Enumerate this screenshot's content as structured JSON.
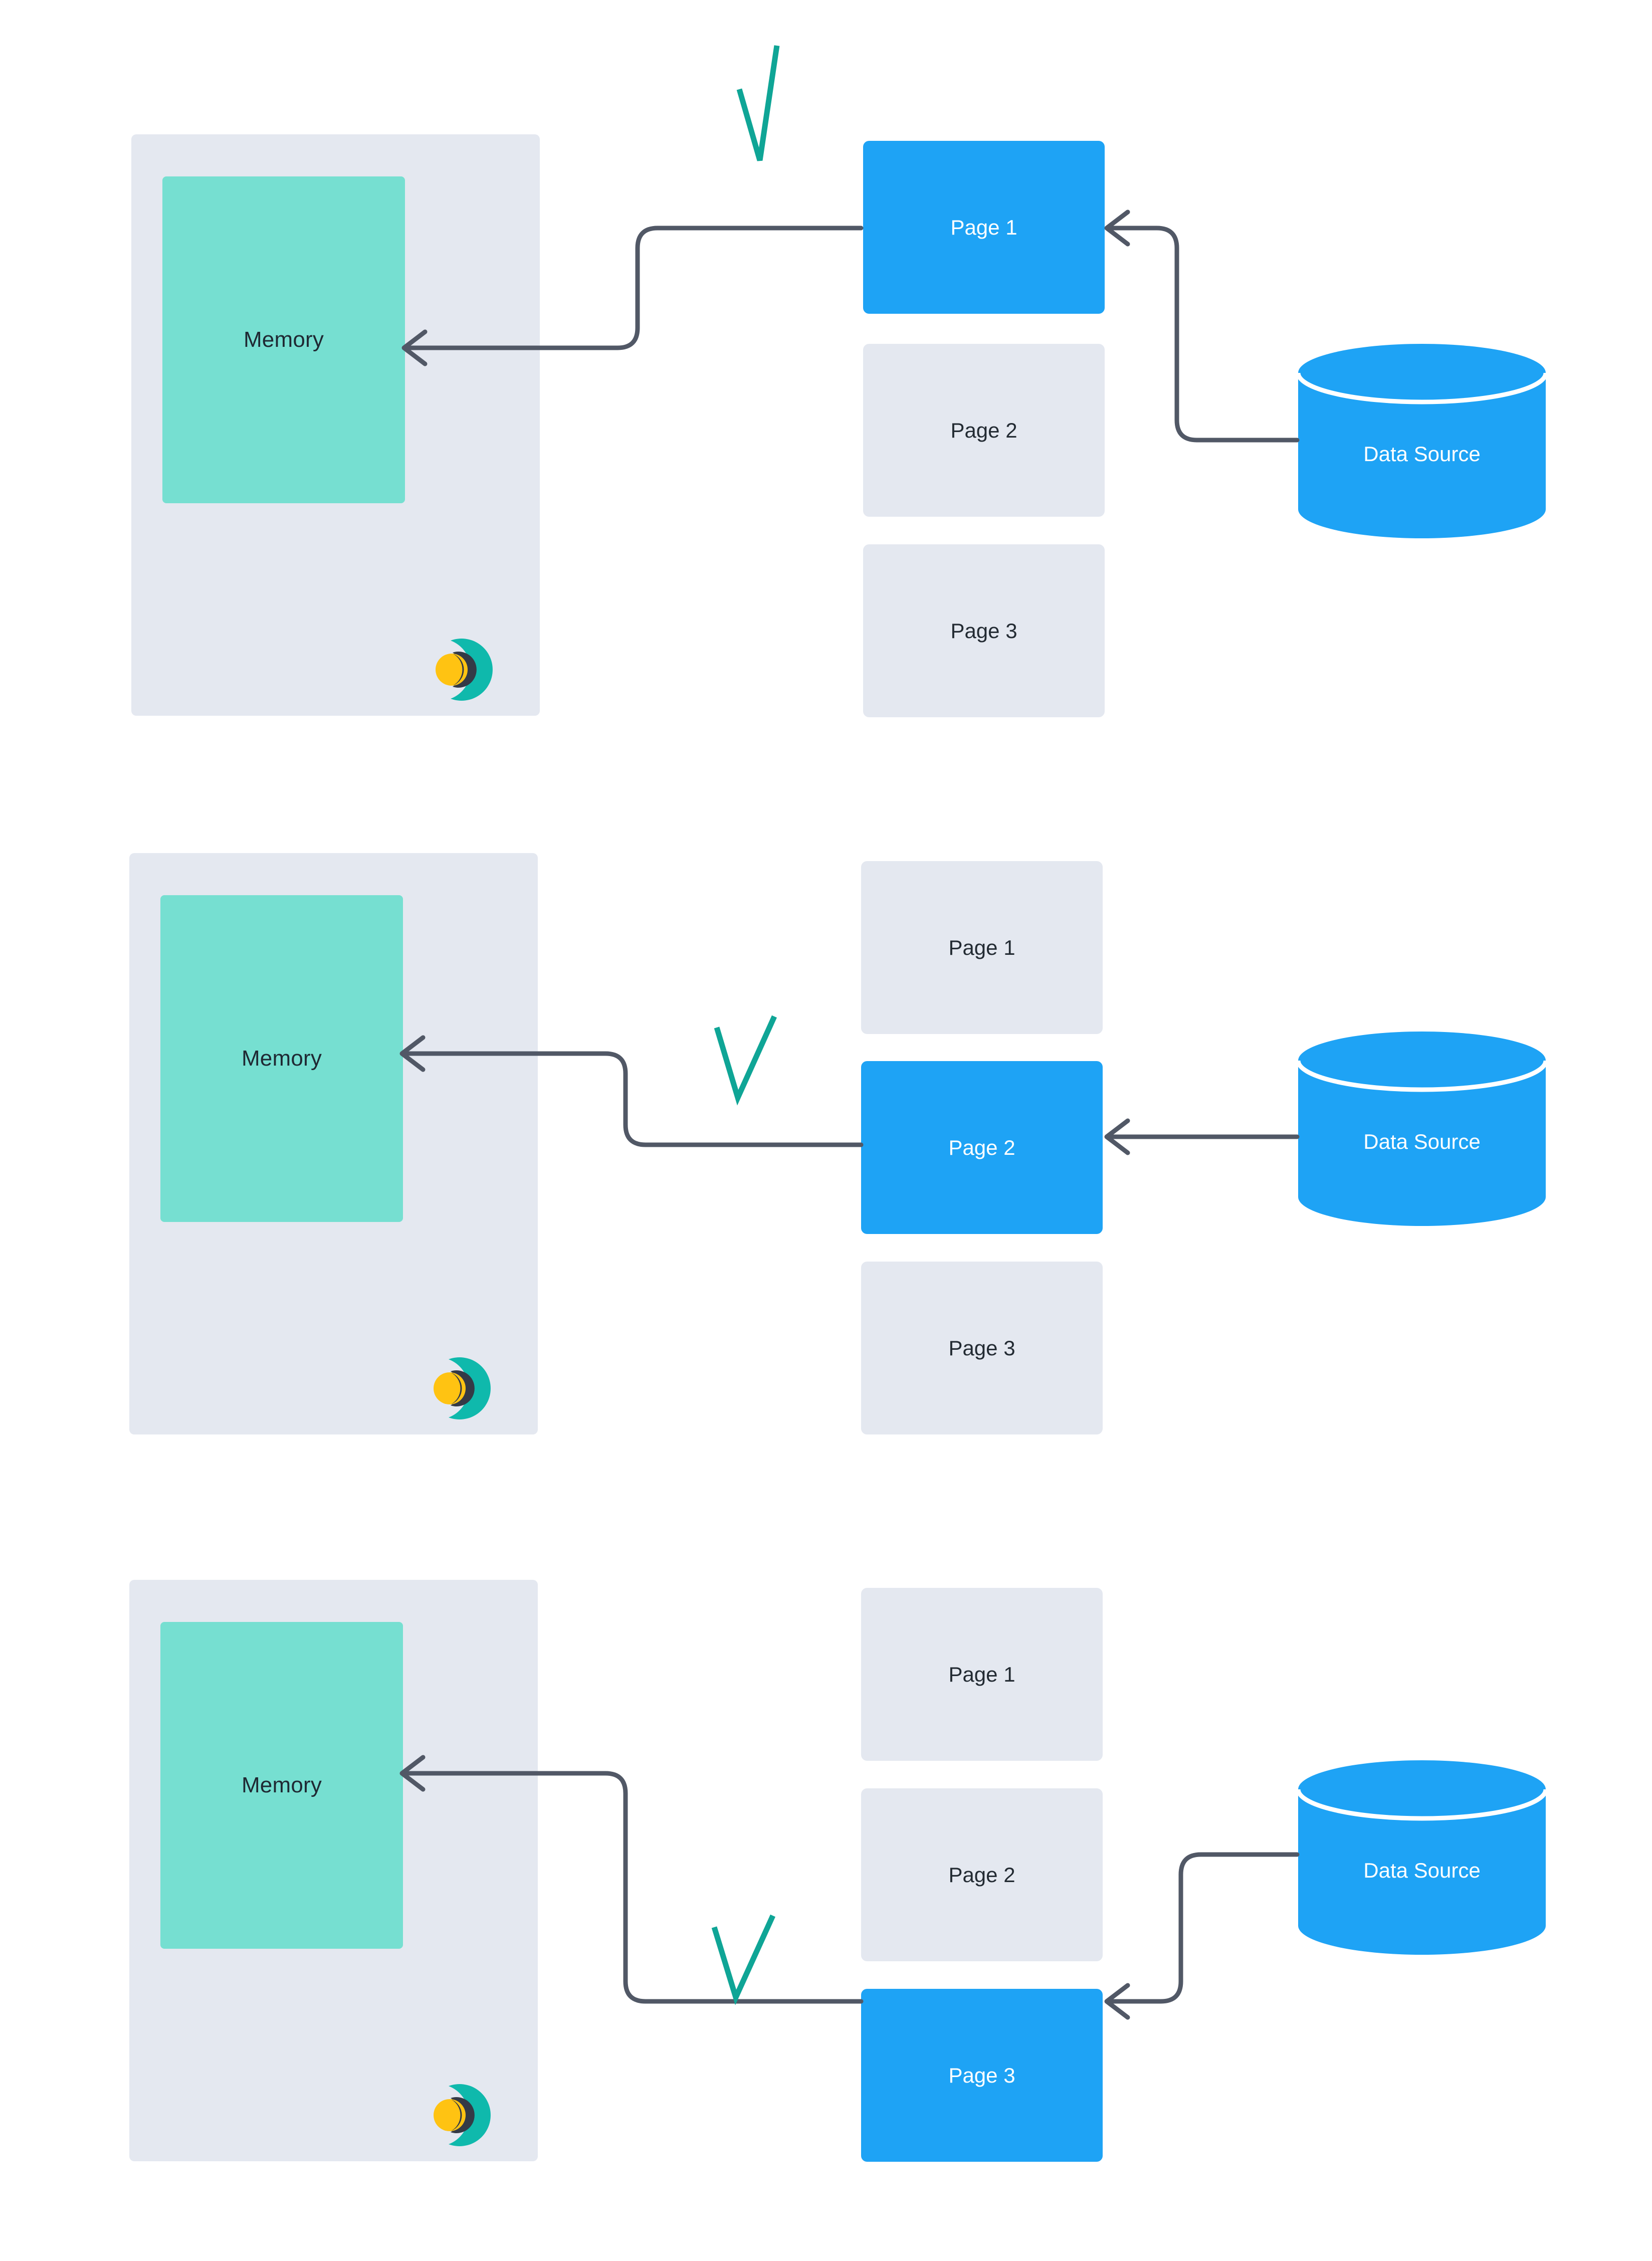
{
  "diagram": {
    "title": "Memory paging from data source",
    "colors": {
      "panel_bg": "#E4E8F0",
      "memory_fill": "#76DFD1",
      "page_active": "#1EA3F5",
      "page_inactive": "#E4E8F0",
      "datasource_fill": "#1EA3F5",
      "connector_stroke": "#515866",
      "check_stroke": "#0FA596",
      "logo_teal": "#0FB9AC",
      "logo_navy": "#343A46",
      "logo_yellow": "#FFC312",
      "text_dark": "#232B33",
      "text_light": "#FFFFFF"
    },
    "icons": {
      "logo": "brand-crescent-logo",
      "check": "checkmark-icon",
      "arrow": "arrow-left-icon",
      "cylinder": "database-cylinder-icon"
    }
  },
  "panels": [
    {
      "id": "panel-1",
      "memory": {
        "label": "Memory"
      },
      "datasource": {
        "label": "Data Source"
      },
      "pages": [
        {
          "label": "Page 1",
          "active": true
        },
        {
          "label": "Page 2",
          "active": false
        },
        {
          "label": "Page 3",
          "active": false
        }
      ],
      "active_page_index": 0
    },
    {
      "id": "panel-2",
      "memory": {
        "label": "Memory"
      },
      "datasource": {
        "label": "Data Source"
      },
      "pages": [
        {
          "label": "Page 1",
          "active": false
        },
        {
          "label": "Page 2",
          "active": true
        },
        {
          "label": "Page 3",
          "active": false
        }
      ],
      "active_page_index": 1
    },
    {
      "id": "panel-3",
      "memory": {
        "label": "Memory"
      },
      "datasource": {
        "label": "Data Source"
      },
      "pages": [
        {
          "label": "Page 1",
          "active": false
        },
        {
          "label": "Page 2",
          "active": false
        },
        {
          "label": "Page 3",
          "active": true
        }
      ],
      "active_page_index": 2
    }
  ]
}
